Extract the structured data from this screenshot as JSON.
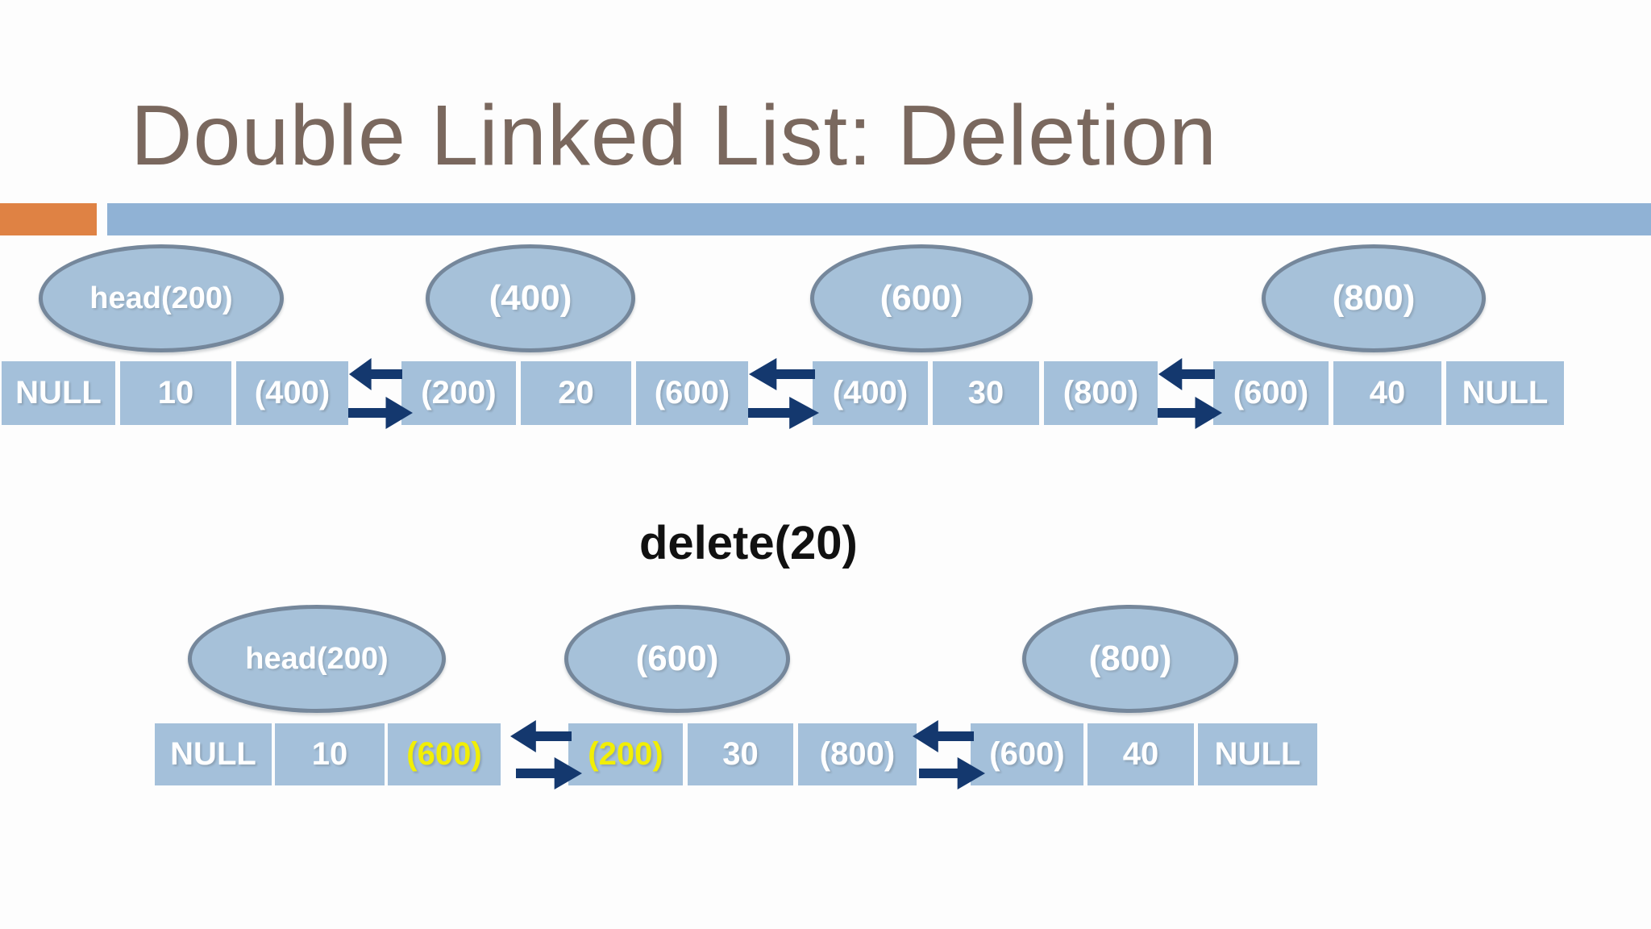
{
  "slide": {
    "title": "Double Linked List: Deletion",
    "operation_label": "delete(20)"
  },
  "colors": {
    "accent_orange": "#df8244",
    "divider_bar_blue": "#90b2d5",
    "node_cell_blue": "#a4c0da",
    "ellipse_fill": "#a6c1d9",
    "ellipse_stroke": "#75879b",
    "arrow_navy": "#14386e",
    "highlight_yellow": "#f1ee06",
    "title_color": "#7a685e"
  },
  "top_list": {
    "pointers": [
      "head(200)",
      "(400)",
      "(600)",
      "(800)"
    ],
    "nodes": [
      {
        "prev": "NULL",
        "data": "10",
        "next": "(400)"
      },
      {
        "prev": "(200)",
        "data": "20",
        "next": "(600)"
      },
      {
        "prev": "(400)",
        "data": "30",
        "next": "(800)"
      },
      {
        "prev": "(600)",
        "data": "40",
        "next": "NULL"
      }
    ]
  },
  "bottom_list": {
    "pointers": [
      "head(200)",
      "(600)",
      "(800)"
    ],
    "nodes": [
      {
        "prev": "NULL",
        "data": "10",
        "next": "(600)"
      },
      {
        "prev": "(200)",
        "data": "30",
        "next": "(800)"
      },
      {
        "prev": "(600)",
        "data": "40",
        "next": "NULL"
      }
    ]
  }
}
